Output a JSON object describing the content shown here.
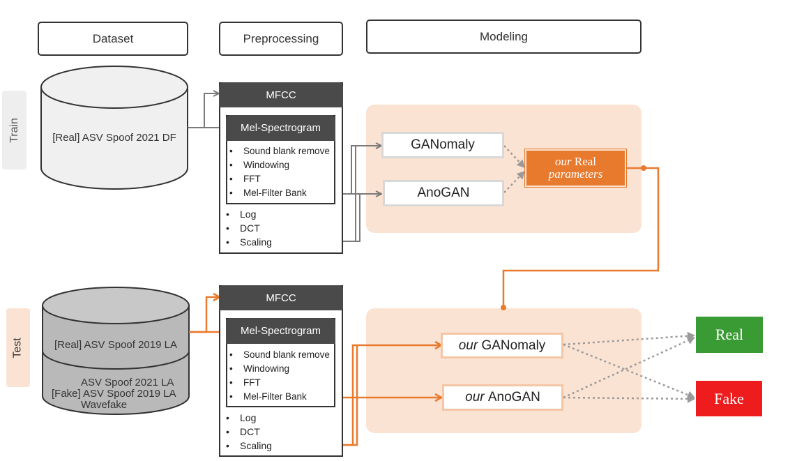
{
  "headers": {
    "dataset": "Dataset",
    "preprocessing": "Preprocessing",
    "modeling": "Modeling"
  },
  "rows": {
    "train": "Train",
    "test": "Test"
  },
  "train_dataset": "[Real] ASV Spoof 2021 DF",
  "test_dataset": {
    "real": "[Real] ASV Spoof 2019 LA",
    "fake_lines": [
      "ASV Spoof 2021 LA",
      "[Fake] ASV Spoof 2019 LA",
      "Wavefake"
    ]
  },
  "preprocessing": {
    "outer_title": "MFCC",
    "inner_title": "Mel-Spectrogram",
    "inner_steps": [
      "Sound blank remove",
      "Windowing",
      "FFT",
      "Mel-Filter Bank"
    ],
    "outer_steps": [
      "Log",
      "DCT",
      "Scaling"
    ]
  },
  "train_models": [
    "GANomaly",
    "AnoGAN"
  ],
  "params_box": {
    "line1_italic": "our",
    "line1_rest": "Real",
    "line2": "parameters"
  },
  "test_models": [
    {
      "prefix": "our",
      "name": "GANomaly"
    },
    {
      "prefix": "our",
      "name": "AnoGAN"
    }
  ],
  "results": {
    "real": "Real",
    "fake": "Fake"
  },
  "colors": {
    "orange": "#e87a2e",
    "panel": "#fbe3d4",
    "gray_arrow": "#7a7a7a",
    "real": "#3a9b35",
    "fake": "#ee1c1c",
    "dark_bar": "#4a4a4a"
  }
}
